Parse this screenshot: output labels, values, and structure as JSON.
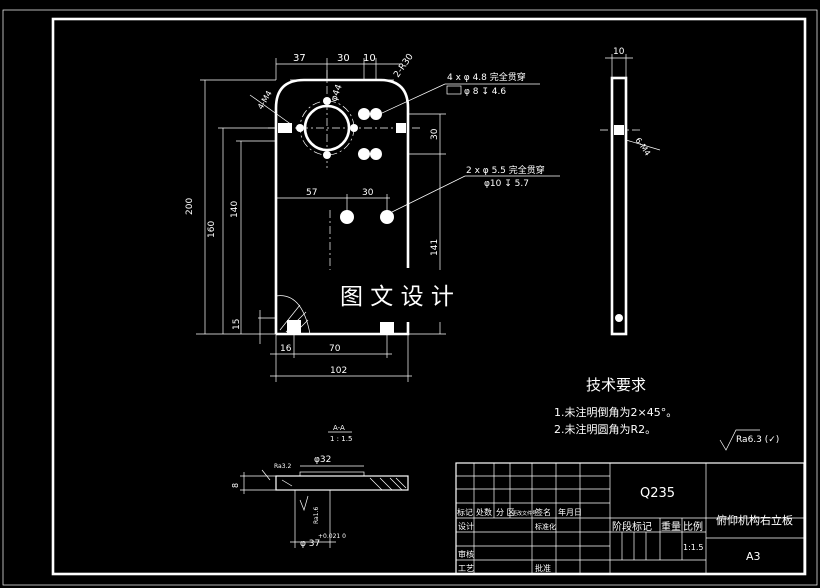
{
  "drawing": {
    "watermark": "图 文 设 计",
    "front_view": {
      "dim_top": [
        "37",
        "30",
        "10"
      ],
      "dim_r30": "2-R30",
      "dim_phi44": "φ44",
      "dim_m4_left": "4-M4",
      "hole_note_1a": "4 x φ  4.8  完全贯穿",
      "hole_note_1b": "φ  8  ↧  4.6",
      "dim_30_right": "30",
      "hole_note_2a": "2 x φ  5.5  完全贯穿",
      "hole_note_2b": "φ10  ↧  5.7",
      "dim_57": "57",
      "dim_30_mid": "30",
      "dim_200": "200",
      "dim_160": "160",
      "dim_140": "140",
      "dim_15": "15",
      "dim_141": "141",
      "dim_16": "16",
      "dim_70": "70",
      "dim_102": "102"
    },
    "side_view": {
      "dim_10": "10",
      "dim_m4": "6-M4"
    },
    "section_view": {
      "label": "A-A",
      "scale": "1 : 1.5",
      "dim_phi32": "φ32",
      "dim_8": "8",
      "dim_phi37": "φ 37",
      "tol": "+0.021 0",
      "roughness_1": "Ra3.2",
      "roughness_2": "Ra1.6"
    },
    "tech_req": {
      "title": "技术要求",
      "line1": "1.未注明倒角为2×45°。",
      "line2": "2.未注明圆角为R2。"
    },
    "surface_finish": "Ra6.3 (✓)"
  },
  "title_block": {
    "material": "Q235",
    "part_name": "俯仰机构右立板",
    "sheet_size": "A3",
    "scale": "1:1.5",
    "headers": {
      "mark": "标记",
      "count": "处数",
      "zone": "分 区",
      "change_doc": "更改文件号",
      "signature": "签名",
      "date": "年月日",
      "design": "设计",
      "standardize": "标准化",
      "stage_mark": "阶段标记",
      "weight": "重量",
      "ratio": "比例",
      "review": "审核",
      "process": "工艺",
      "approve": "批准"
    }
  }
}
